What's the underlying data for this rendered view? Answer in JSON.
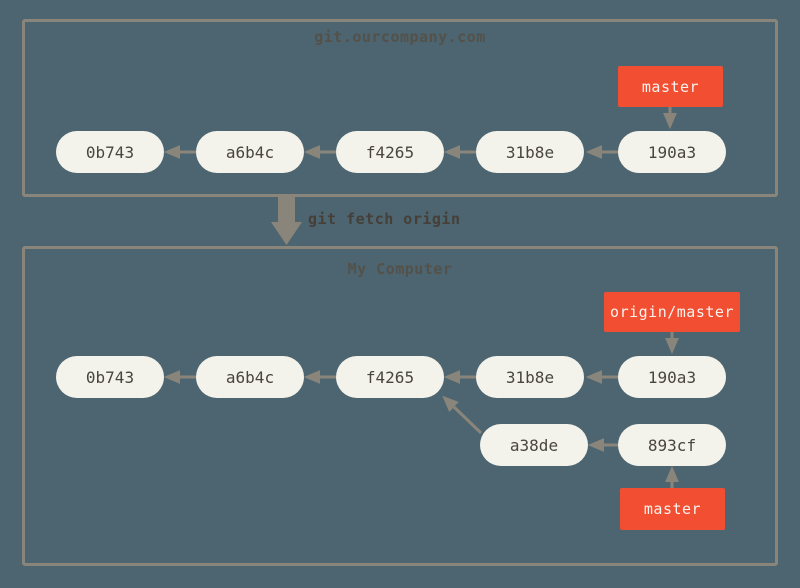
{
  "colors": {
    "background": "#4C6570",
    "box_border": "#8A857B",
    "node_fill": "#F3F2EB",
    "node_text": "#4A453E",
    "branch_tag_fill": "#F14E32",
    "branch_tag_text": "#F7F3EF",
    "arrow": "#8A857B",
    "title_text": "#54514A",
    "command_text": "#463F38"
  },
  "remote_repo": {
    "title": "git.ourcompany.com",
    "branch_label": "master",
    "commits": [
      "0b743",
      "a6b4c",
      "f4265",
      "31b8e",
      "190a3"
    ]
  },
  "command": {
    "label": "git fetch origin"
  },
  "local_repo": {
    "title": "My Computer",
    "remote_branch_label": "origin/master",
    "branch_label": "master",
    "commits_main": [
      "0b743",
      "a6b4c",
      "f4265",
      "31b8e",
      "190a3"
    ],
    "commits_local": [
      "a38de",
      "893cf"
    ]
  }
}
